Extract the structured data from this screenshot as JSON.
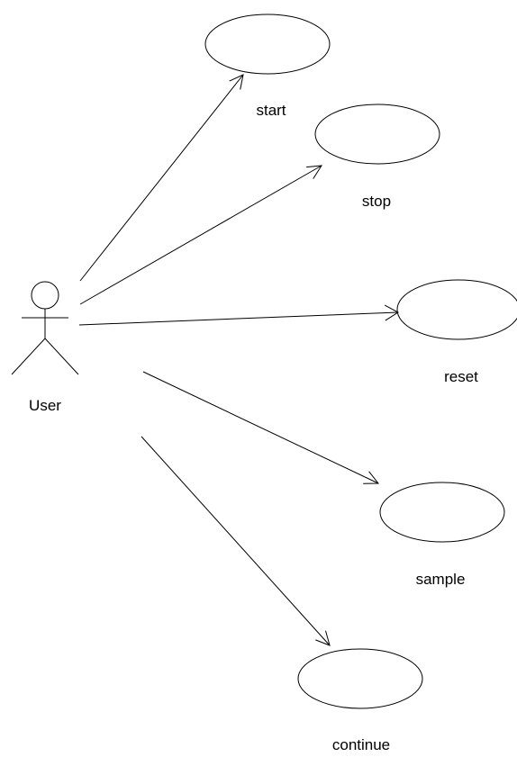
{
  "actor": {
    "name": "User",
    "icon": "stick-figure-icon"
  },
  "use_cases": [
    {
      "id": "start",
      "label": "start"
    },
    {
      "id": "stop",
      "label": "stop"
    },
    {
      "id": "reset",
      "label": "reset"
    },
    {
      "id": "sample",
      "label": "sample"
    },
    {
      "id": "continue",
      "label": "continue"
    }
  ],
  "associations": [
    {
      "from": "User",
      "to": "start"
    },
    {
      "from": "User",
      "to": "stop"
    },
    {
      "from": "User",
      "to": "reset"
    },
    {
      "from": "User",
      "to": "sample"
    },
    {
      "from": "User",
      "to": "continue"
    }
  ],
  "colors": {
    "line": "#000000",
    "background": "#ffffff"
  }
}
